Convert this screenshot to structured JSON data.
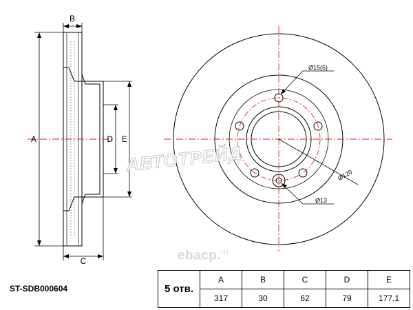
{
  "side_view": {
    "labels": {
      "a": "A",
      "b": "B",
      "c": "C",
      "d": "D",
      "e": "E"
    }
  },
  "front_view": {
    "hole_diameter_label": "Ø15(5)",
    "pcd_label": "Ø120",
    "pilot_label": "Ø13"
  },
  "watermark": {
    "text": "АВТОТРЕЙД"
  },
  "brand": {
    "name": "ebacp",
    "dot": ".",
    "tld": "ru"
  },
  "part_number": "ST-SDB000604",
  "specs": {
    "holes_label": "5 отв.",
    "headers": [
      "A",
      "B",
      "C",
      "D",
      "E"
    ],
    "values": [
      "317",
      "30",
      "62",
      "79",
      "177.1"
    ]
  }
}
